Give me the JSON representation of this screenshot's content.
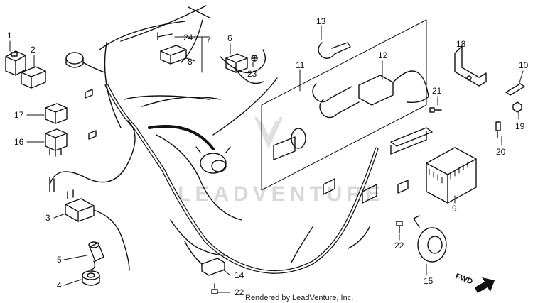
{
  "watermark": "LEADVENTURE",
  "credit": "Rendered by LeadVenture, Inc.",
  "direction_label": "FWD",
  "callouts": [
    {
      "id": "c1",
      "text": "1"
    },
    {
      "id": "c2",
      "text": "2"
    },
    {
      "id": "c3",
      "text": "3"
    },
    {
      "id": "c4",
      "text": "4"
    },
    {
      "id": "c5",
      "text": "5"
    },
    {
      "id": "c6",
      "text": "6"
    },
    {
      "id": "c7",
      "text": "7"
    },
    {
      "id": "c8",
      "text": "8"
    },
    {
      "id": "c9",
      "text": "9"
    },
    {
      "id": "c10",
      "text": "10"
    },
    {
      "id": "c11",
      "text": "11"
    },
    {
      "id": "c12",
      "text": "12"
    },
    {
      "id": "c13",
      "text": "13"
    },
    {
      "id": "c14",
      "text": "14"
    },
    {
      "id": "c15",
      "text": "15"
    },
    {
      "id": "c16",
      "text": "16"
    },
    {
      "id": "c17",
      "text": "17"
    },
    {
      "id": "c18",
      "text": "18"
    },
    {
      "id": "c19",
      "text": "19"
    },
    {
      "id": "c20",
      "text": "20"
    },
    {
      "id": "c21",
      "text": "21"
    },
    {
      "id": "c22a",
      "text": "22"
    },
    {
      "id": "c22b",
      "text": "22"
    },
    {
      "id": "c23",
      "text": "23"
    },
    {
      "id": "c24",
      "text": "24"
    }
  ]
}
